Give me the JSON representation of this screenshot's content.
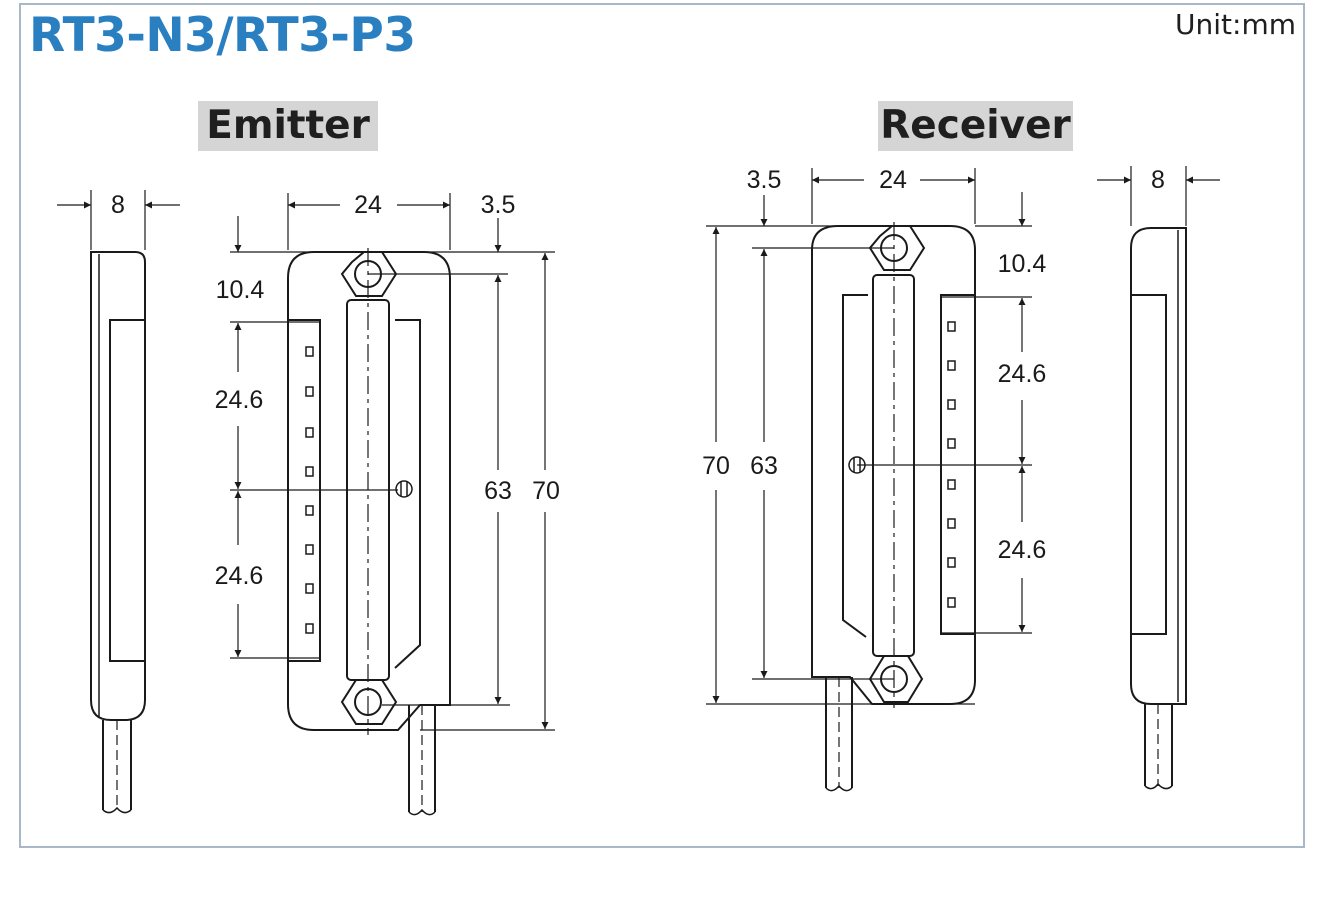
{
  "title": "RT3-N3/RT3-P3",
  "unit": "Unit:mm",
  "emitter": {
    "heading": "Emitter",
    "side_width": "8",
    "width": "24",
    "offset": "3.5",
    "top_offset": "10.4",
    "pitch_upper": "24.6",
    "pitch_lower": "24.6",
    "mount_pitch": "63",
    "height": "70"
  },
  "receiver": {
    "heading": "Receiver",
    "offset": "3.5",
    "width": "24",
    "side_width": "8",
    "top_offset": "10.4",
    "pitch_upper": "24.6",
    "pitch_lower": "24.6",
    "height": "70",
    "mount_pitch": "63"
  },
  "colors": {
    "title": "#2a7fc1",
    "heading_bg": "#d5d5d5",
    "line": "#1a1a1a",
    "frame": "#a9b8c6"
  }
}
